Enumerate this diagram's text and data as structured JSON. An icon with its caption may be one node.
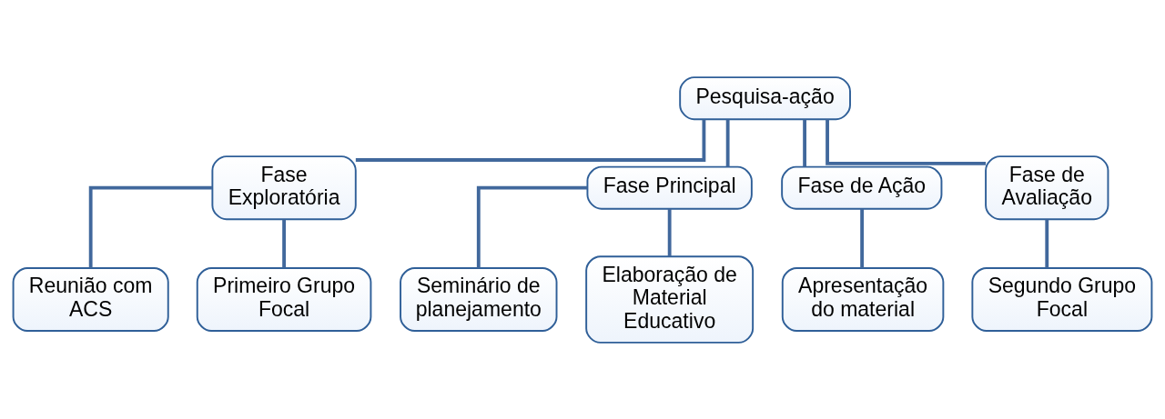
{
  "diagram": {
    "nodes": [
      {
        "text": [
          "Pesquisa-ação"
        ]
      },
      {
        "text": [
          "Fase Exploratória"
        ]
      },
      {
        "text": [
          "Fase Principal"
        ]
      },
      {
        "text": [
          "Fase de Ação"
        ]
      },
      {
        "text": [
          "Fase de Avaliação"
        ]
      },
      {
        "text": [
          "Reunião com ACS"
        ]
      },
      {
        "text": [
          "Primeiro Grupo Focal"
        ]
      },
      {
        "text": [
          "Seminário de planejamento"
        ]
      },
      {
        "text": [
          "Elaboração de Material Educativo"
        ]
      },
      {
        "text": [
          "Apresentação do material"
        ]
      },
      {
        "text": [
          "Segundo Grupo Focal"
        ]
      }
    ],
    "edges": [
      {
        "from": 0,
        "to": 1,
        "arrow": "none"
      },
      {
        "from": 0,
        "to": 2,
        "arrow": "none"
      },
      {
        "from": 0,
        "to": 3,
        "arrow": "none"
      },
      {
        "from": 0,
        "to": 4,
        "arrow": "none"
      },
      {
        "from": 1,
        "to": 5,
        "arrow": "none"
      },
      {
        "from": 1,
        "to": 6,
        "arrow": "none"
      },
      {
        "from": 2,
        "to": 7,
        "arrow": "none"
      },
      {
        "from": 2,
        "to": 8,
        "arrow": "none"
      },
      {
        "from": 3,
        "to": 9,
        "arrow": "none"
      },
      {
        "from": 4,
        "to": 10,
        "arrow": "none"
      }
    ]
  }
}
